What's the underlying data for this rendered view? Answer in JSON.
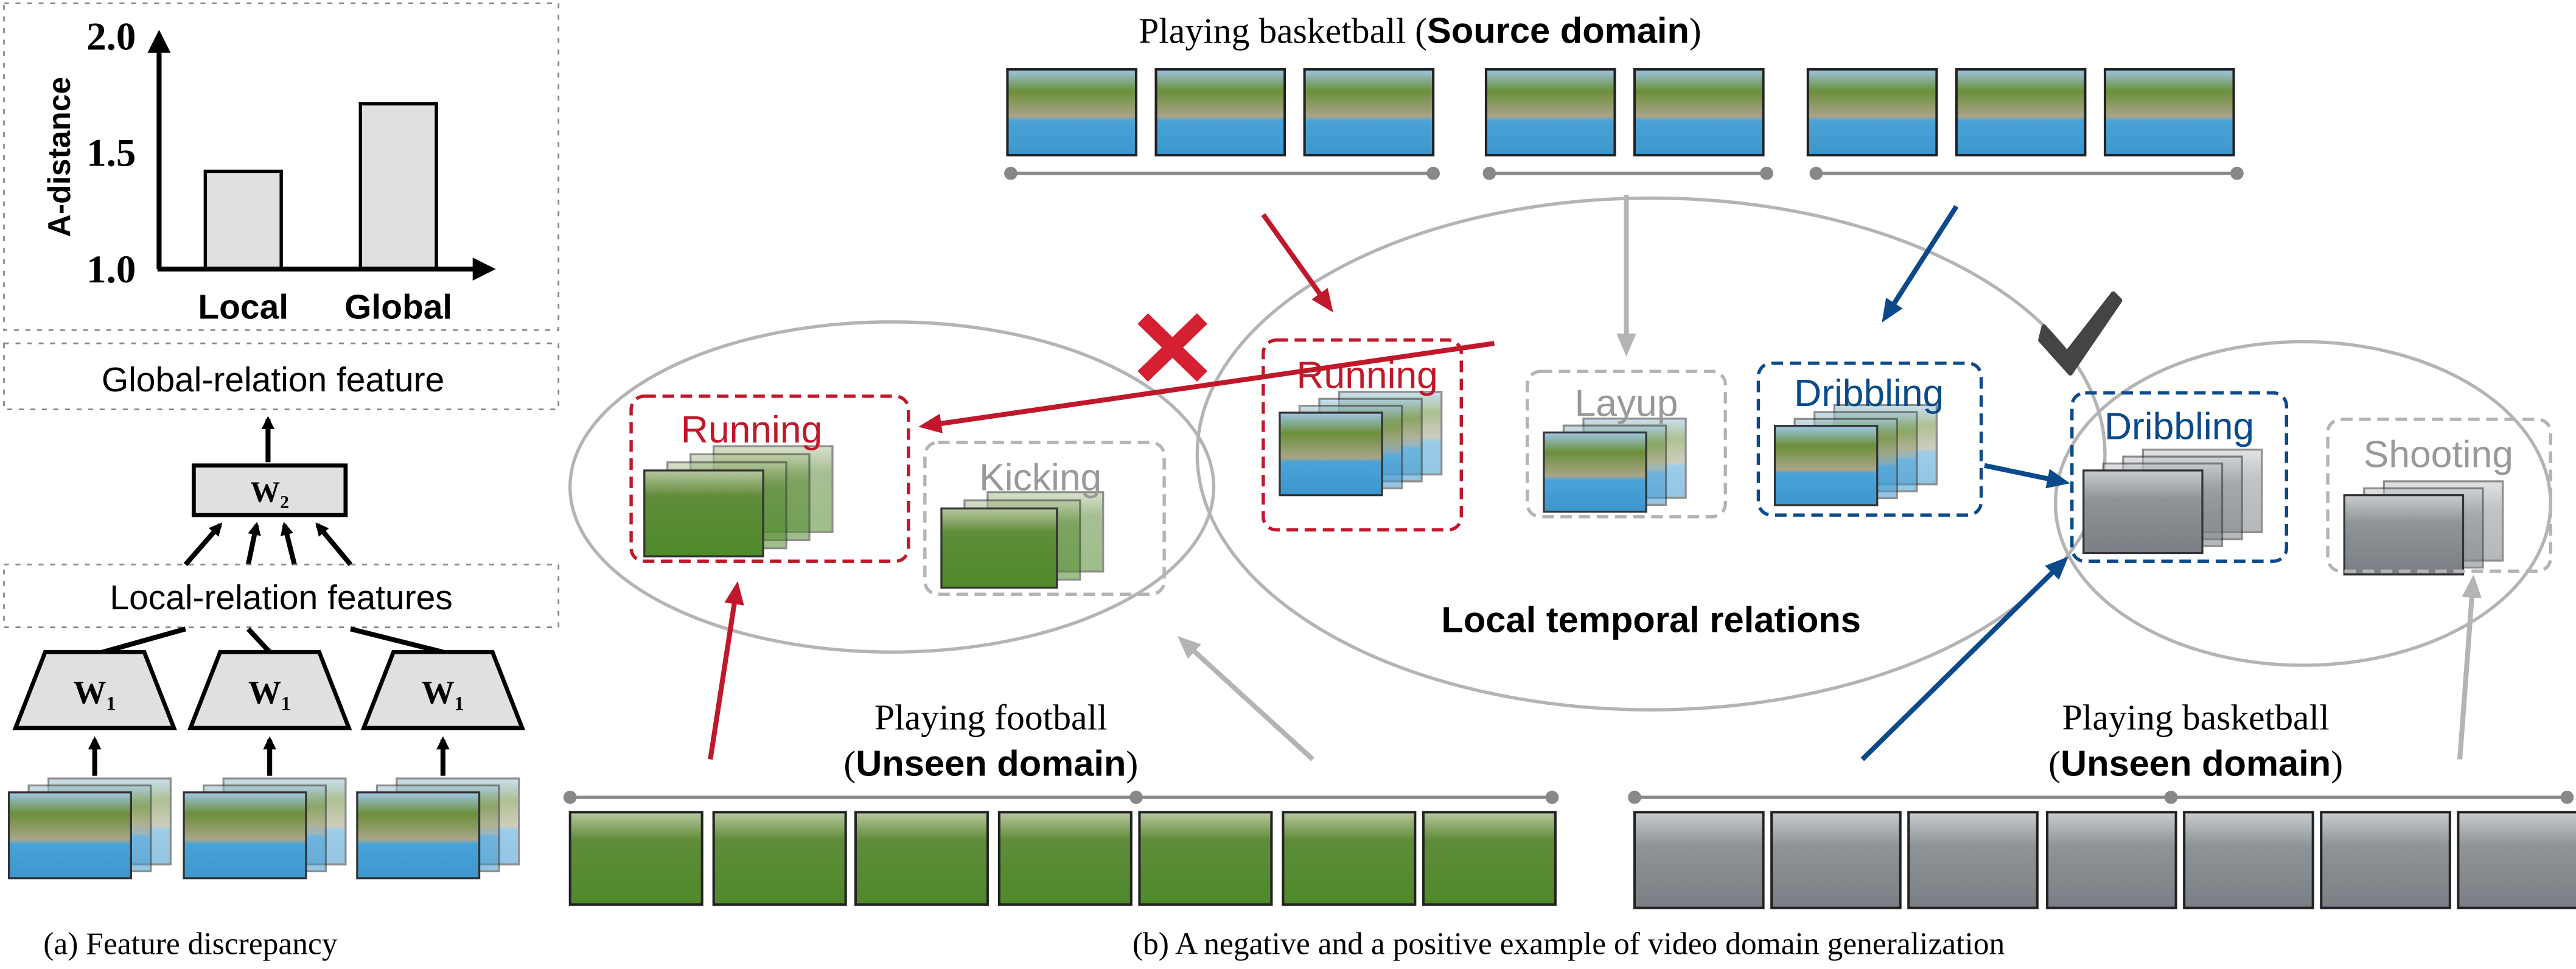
{
  "panel_a": {
    "chart_data": {
      "type": "bar",
      "categories": [
        "Local",
        "Global"
      ],
      "values": [
        1.42,
        1.71
      ],
      "ylabel": "A-distance",
      "ylim": [
        1.0,
        2.0
      ],
      "yticks": [
        "1.0",
        "1.5",
        "2.0"
      ],
      "bar_color": "#e0e0e0",
      "grid": false
    },
    "global_feature_label": "Global-relation feature",
    "w2_label": "W₂",
    "local_features_label": "Local-relation features",
    "w1_label": "W₁",
    "caption": "(a) Feature discrepancy"
  },
  "panel_b": {
    "source_title_prefix": "Playing basketball (",
    "source_title_bold": "Source domain",
    "source_title_suffix": ")",
    "center_relations_label": "Local temporal relations",
    "source_boxes": {
      "running": "Running",
      "layup": "Layup",
      "dribbling": "Dribbling"
    },
    "football": {
      "title": "Playing football",
      "domain_prefix": "(",
      "domain_bold": "Unseen domain",
      "domain_suffix": ")",
      "running": "Running",
      "kicking": "Kicking"
    },
    "basketball_unseen": {
      "title": "Playing basketball",
      "domain_prefix": "(",
      "domain_bold": "Unseen domain",
      "domain_suffix": ")",
      "dribbling": "Dribbling",
      "shooting": "Shooting"
    },
    "negative_mark": "cross-icon",
    "positive_mark": "checkmark-icon",
    "caption": "(b) A negative and a positive example of video domain generalization"
  },
  "colors": {
    "red": "#c0182a",
    "blue": "#0b4a8a",
    "gray": "#b4b4b4",
    "dark_gray": "#888888"
  }
}
